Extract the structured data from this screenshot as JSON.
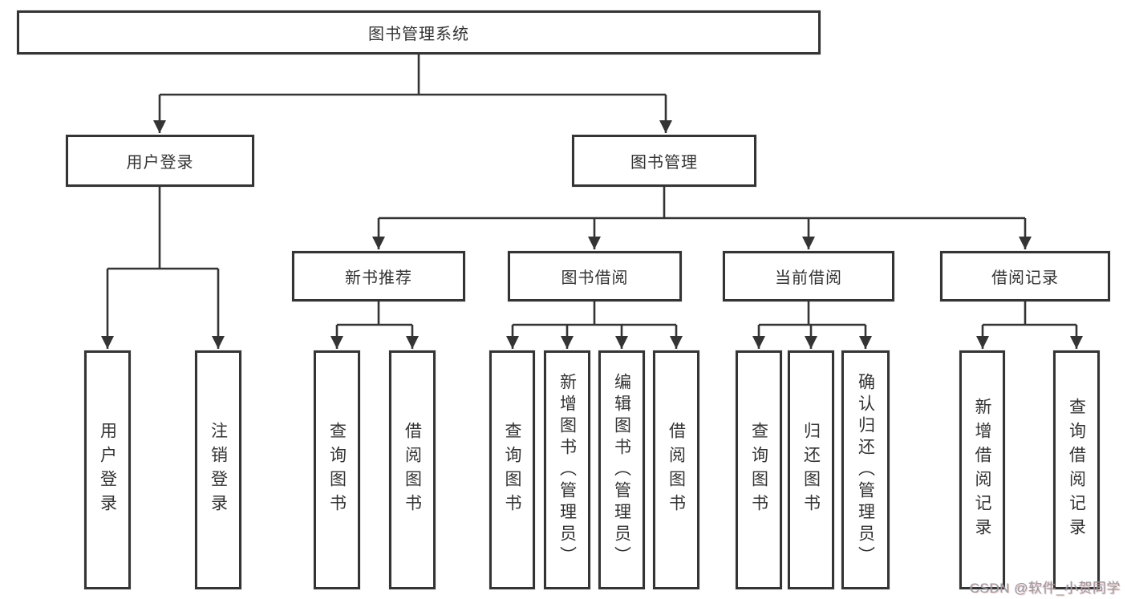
{
  "diagram": {
    "title_node": {
      "label": "图书管理系统"
    },
    "level2": [
      {
        "label": "用户登录"
      },
      {
        "label": "图书管理"
      }
    ],
    "level3": [
      {
        "label": "新书推荐"
      },
      {
        "label": "图书借阅"
      },
      {
        "label": "当前借阅"
      },
      {
        "label": "借阅记录"
      }
    ],
    "leaves": [
      {
        "label": "用户登录"
      },
      {
        "label": "注销登录"
      },
      {
        "label": "查询图书"
      },
      {
        "label": "借阅图书"
      },
      {
        "label": "查询图书"
      },
      {
        "label": "新增图书（管理员）"
      },
      {
        "label": "编辑图书（管理员）"
      },
      {
        "label": "借阅图书"
      },
      {
        "label": "查询图书"
      },
      {
        "label": "归还图书"
      },
      {
        "label": "确认归还（管理员）"
      },
      {
        "label": "新增借阅记录"
      },
      {
        "label": "查询借阅记录"
      }
    ],
    "colors": {
      "line": "#343434",
      "text": "#333333",
      "watermark_text": "#9b9b9b"
    },
    "watermark": "CSDN @软件_小贺同学"
  }
}
